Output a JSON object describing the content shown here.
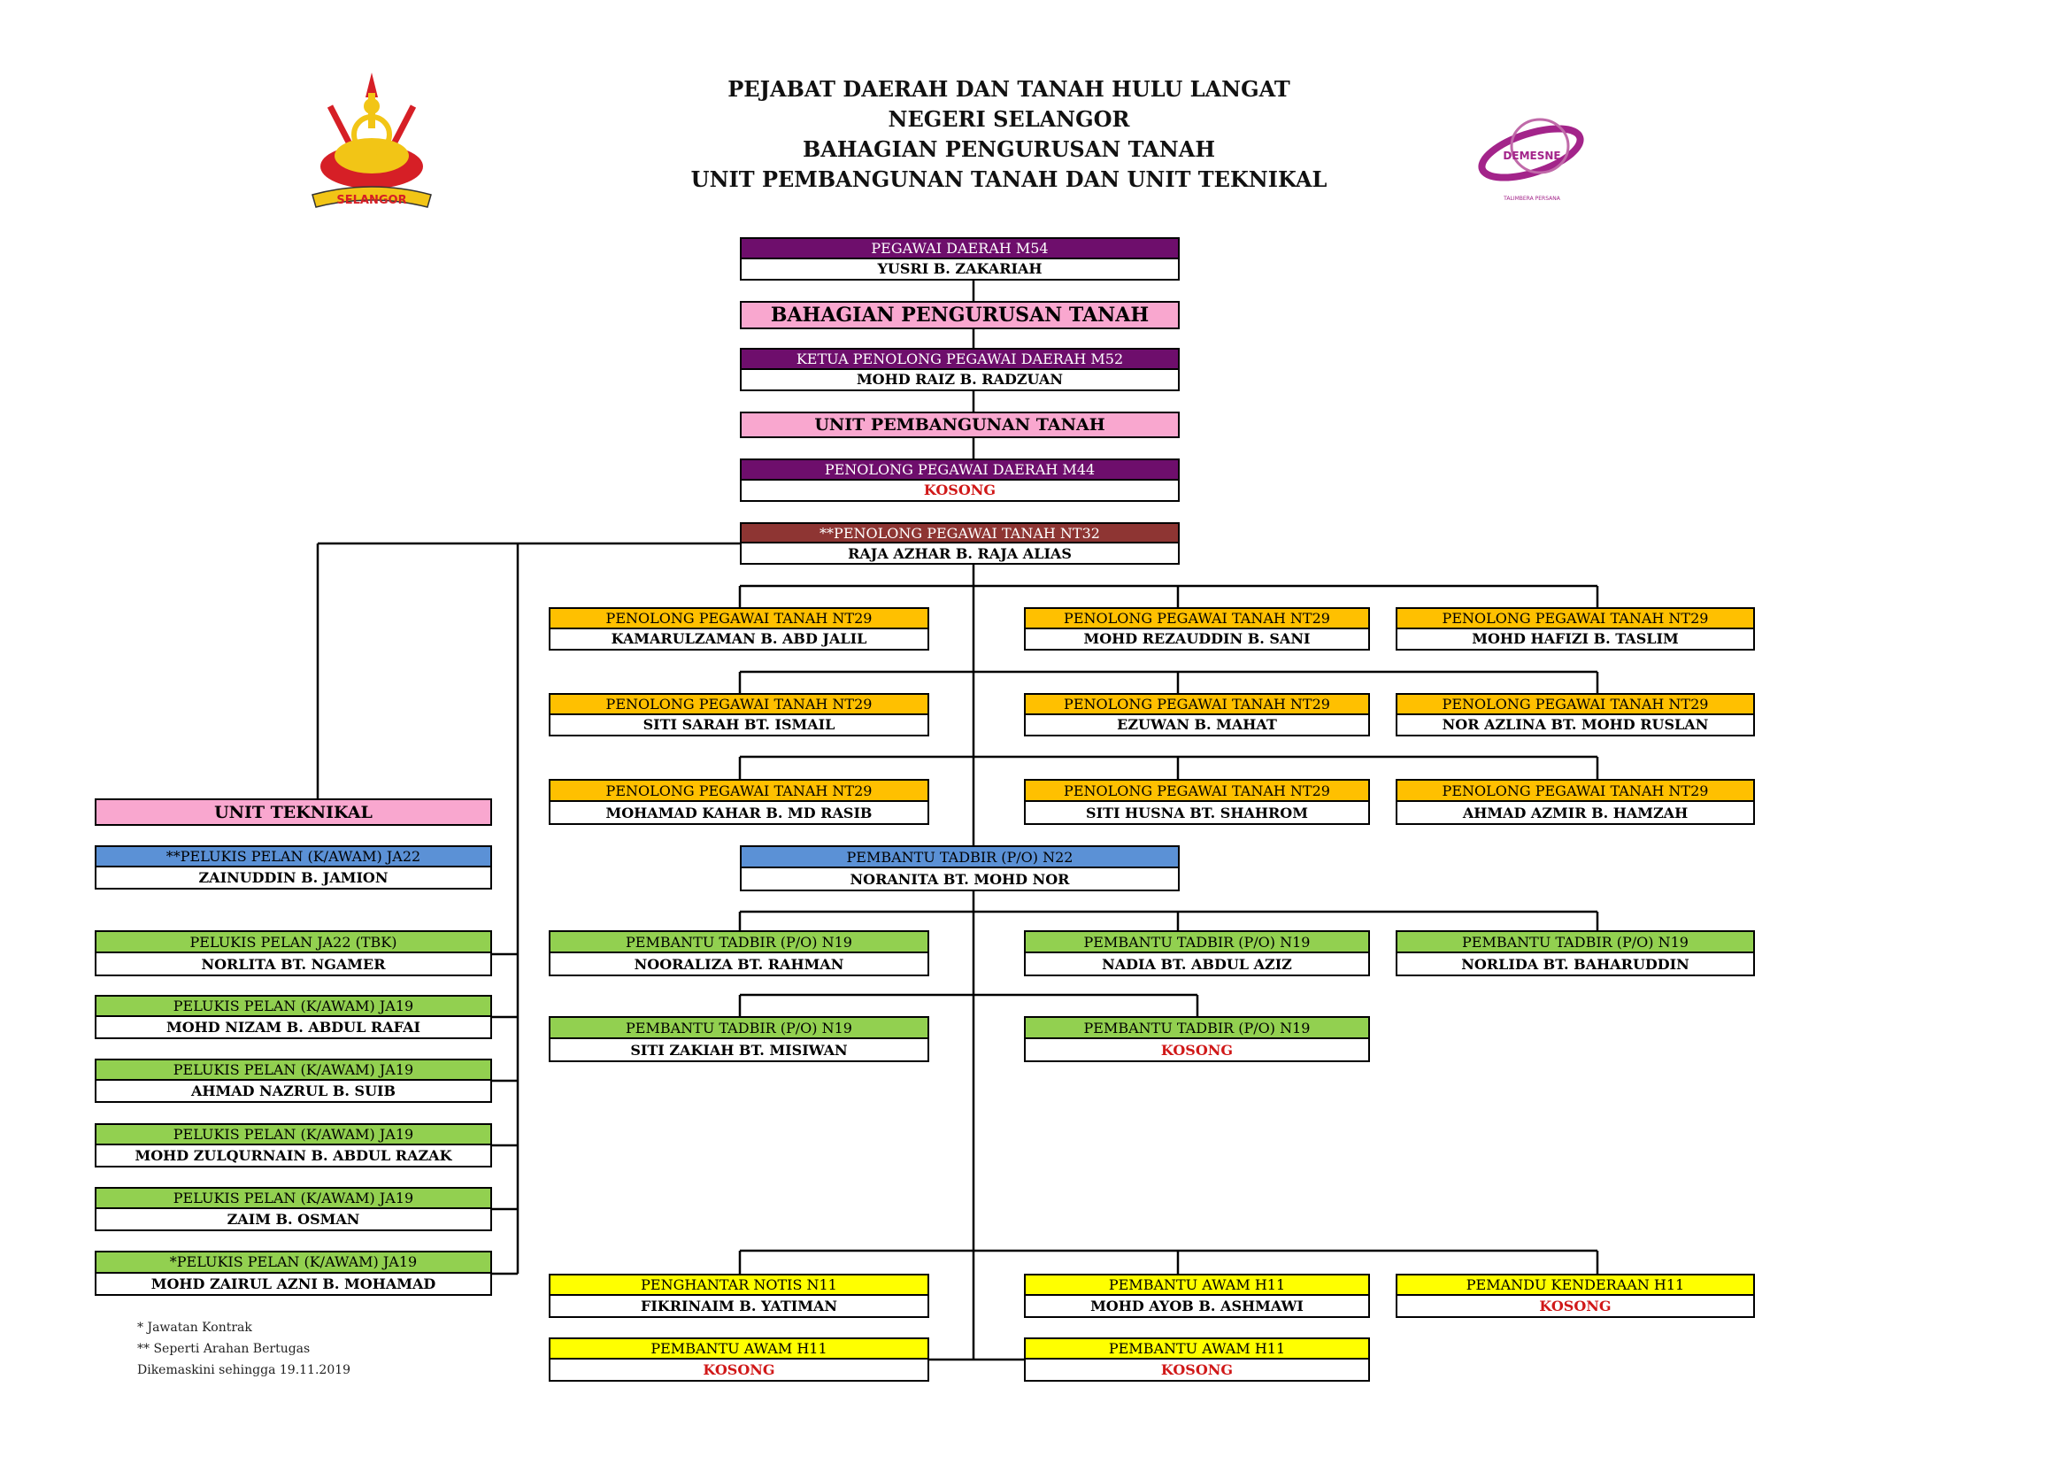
{
  "header": {
    "line1": "PEJABAT DAERAH DAN TANAH HULU LANGAT",
    "line2": "NEGERI SELANGOR",
    "line3": "BAHAGIAN PENGURUSAN TANAH",
    "line4": "UNIT PEMBANGUNAN TANAH DAN UNIT TEKNIKAL"
  },
  "logos": {
    "left_text": "SELANGOR",
    "right_text": "DEMESNE",
    "right_subtext": "TALIMBERA PERSANA"
  },
  "colors": {
    "purple": "#6e0e6c",
    "maroon": "#8e3533",
    "orange": "#ffc000",
    "blue": "#5b91d6",
    "green": "#92d050",
    "yellow": "#ffff00",
    "pink": "#f9a7cf",
    "vacant": "#d01818"
  },
  "chart": {
    "pd": {
      "title": "PEGAWAI DAERAH M54",
      "name": "YUSRI B. ZAKARIAH"
    },
    "division_title": "BAHAGIAN PENGURUSAN TANAH",
    "kppd": {
      "title": "KETUA PENOLONG PEGAWAI DAERAH M52",
      "name": "MOHD RAIZ B. RADZUAN"
    },
    "unit_pembangunan_title": "UNIT PEMBANGUNAN TANAH",
    "ppd": {
      "title": "PENOLONG PEGAWAI DAERAH M44",
      "name": "KOSONG"
    },
    "ppt32": {
      "title": "**PENOLONG PEGAWAI TANAH NT32",
      "name": "RAJA AZHAR B. RAJA ALIAS"
    },
    "nt29": [
      {
        "title": "PENOLONG PEGAWAI TANAH NT29",
        "name": "KAMARULZAMAN B. ABD JALIL"
      },
      {
        "title": "PENOLONG PEGAWAI TANAH NT29",
        "name": "MOHD REZAUDDIN B. SANI"
      },
      {
        "title": "PENOLONG PEGAWAI TANAH NT29",
        "name": "MOHD HAFIZI B. TASLIM"
      },
      {
        "title": "PENOLONG PEGAWAI TANAH NT29",
        "name": "SITI SARAH BT. ISMAIL"
      },
      {
        "title": "PENOLONG PEGAWAI TANAH NT29",
        "name": "EZUWAN B. MAHAT"
      },
      {
        "title": "PENOLONG PEGAWAI TANAH NT29",
        "name": "NOR AZLINA BT. MOHD RUSLAN"
      },
      {
        "title": "PENOLONG PEGAWAI TANAH NT29",
        "name": "MOHAMAD KAHAR B. MD RASIB"
      },
      {
        "title": "PENOLONG PEGAWAI TANAH NT29",
        "name": "SITI HUSNA BT. SHAHROM"
      },
      {
        "title": "PENOLONG PEGAWAI TANAH NT29",
        "name": "AHMAD AZMIR B. HAMZAH"
      }
    ],
    "pt22": {
      "title": "PEMBANTU TADBIR (P/O) N22",
      "name": "NORANITA BT. MOHD NOR"
    },
    "n19": [
      {
        "title": "PEMBANTU TADBIR (P/O) N19",
        "name": "NOORALIZA BT. RAHMAN"
      },
      {
        "title": "PEMBANTU TADBIR (P/O) N19",
        "name": "NADIA BT. ABDUL AZIZ"
      },
      {
        "title": "PEMBANTU TADBIR (P/O) N19",
        "name": "NORLIDA BT. BAHARUDDIN"
      },
      {
        "title": "PEMBANTU TADBIR (P/O) N19",
        "name": "SITI ZAKIAH BT. MISIWAN"
      },
      {
        "title": "PEMBANTU TADBIR (P/O) N19",
        "name": "KOSONG"
      }
    ],
    "support": [
      {
        "title": "PENGHANTAR NOTIS N11",
        "name": "FIKRINAIM B. YATIMAN"
      },
      {
        "title": "PEMBANTU AWAM H11",
        "name": "MOHD AYOB B. ASHMAWI"
      },
      {
        "title": "PEMANDU KENDERAAN H11",
        "name": "KOSONG"
      },
      {
        "title": "PEMBANTU AWAM H11",
        "name": "KOSONG"
      },
      {
        "title": "PEMBANTU AWAM H11",
        "name": "KOSONG"
      }
    ],
    "teknikal_title": "UNIT TEKNIKAL",
    "teknikal": [
      {
        "title": "**PELUKIS PELAN (K/AWAM) JA22",
        "name": "ZAINUDDIN B. JAMION"
      },
      {
        "title": "PELUKIS PELAN JA22 (TBK)",
        "name": "NORLITA BT. NGAMER"
      },
      {
        "title": "PELUKIS PELAN (K/AWAM) JA19",
        "name": "MOHD NIZAM B. ABDUL RAFAI"
      },
      {
        "title": "PELUKIS PELAN (K/AWAM) JA19",
        "name": "AHMAD NAZRUL B. SUIB"
      },
      {
        "title": "PELUKIS PELAN (K/AWAM) JA19",
        "name": "MOHD ZULQURNAIN B. ABDUL RAZAK"
      },
      {
        "title": "PELUKIS PELAN (K/AWAM) JA19",
        "name": "ZAIM B. OSMAN"
      },
      {
        "title": "*PELUKIS PELAN (K/AWAM) JA19",
        "name": "MOHD ZAIRUL AZNI B. MOHAMAD"
      }
    ]
  },
  "notes": {
    "line1": "*  Jawatan Kontrak",
    "line2": "** Seperti Arahan Bertugas",
    "line3": "Dikemaskini sehingga 19.11.2019"
  }
}
